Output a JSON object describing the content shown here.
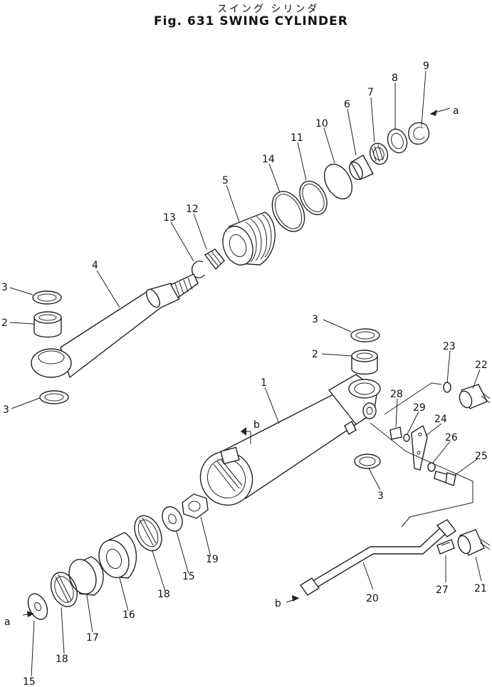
{
  "header": {
    "title_jp": "スイング シリンダ",
    "title_en": "Fig. 631 SWING CYLINDER"
  },
  "labels": {
    "p1": "1",
    "p2a": "2",
    "p2b": "2",
    "p3a": "3",
    "p3b": "3",
    "p3c": "3",
    "p3d": "3",
    "p4": "4",
    "p5": "5",
    "p6": "6",
    "p7": "7",
    "p8": "8",
    "p9": "9",
    "p10": "10",
    "p11": "11",
    "p12": "12",
    "p13": "13",
    "p14": "14",
    "p15a": "15",
    "p15b": "15",
    "p16": "16",
    "p17": "17",
    "p18a": "18",
    "p18b": "18",
    "p19": "19",
    "p20": "20",
    "p21": "21",
    "p22": "22",
    "p23": "23",
    "p24": "24",
    "p25": "25",
    "p26": "26",
    "p27": "27",
    "p28": "28",
    "p29": "29",
    "ref_a_top": "a",
    "ref_a_bottom": "a",
    "ref_b_top": "b",
    "ref_b_bottom": "b"
  }
}
